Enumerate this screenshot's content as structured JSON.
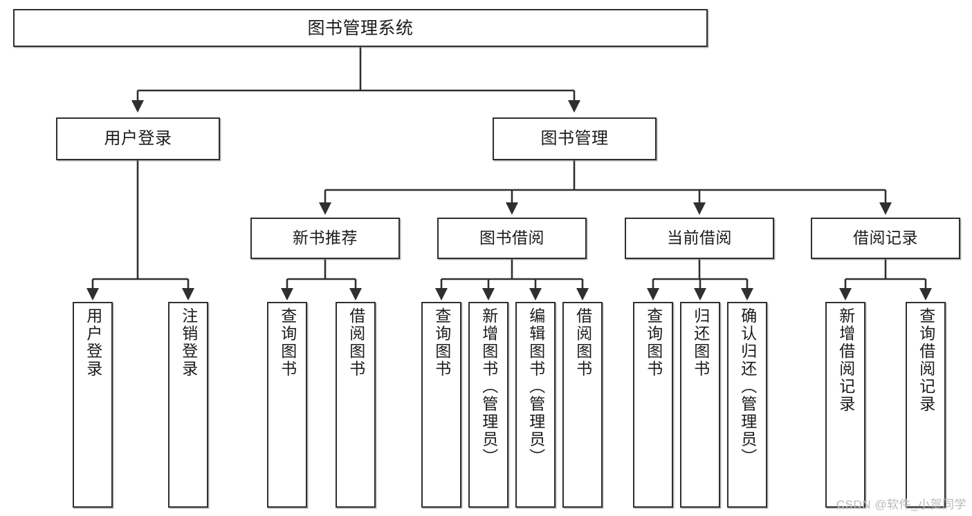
{
  "diagram": {
    "title": "图书管理系统",
    "type": "tree",
    "watermark": "CSDN @软件_小贺同学",
    "colors": {
      "box_border": "#2f2f2f",
      "box_fill": "#ffffff",
      "edge": "#2f2f2f",
      "text": "#1b1b1b",
      "watermark": "#b9b9b9"
    },
    "nodes": {
      "root": {
        "label": "图书管理系统"
      },
      "level1": [
        {
          "label": "用户登录"
        },
        {
          "label": "图书管理"
        }
      ],
      "level2": [
        {
          "label": "新书推荐"
        },
        {
          "label": "图书借阅"
        },
        {
          "label": "当前借阅"
        },
        {
          "label": "借阅记录"
        }
      ],
      "leaves": {
        "user_login": [
          {
            "label": "用户登录"
          },
          {
            "label": "注销登录"
          }
        ],
        "new_book_recommend": [
          {
            "label": "查询图书"
          },
          {
            "label": "借阅图书"
          }
        ],
        "book_borrow": [
          {
            "label": "查询图书"
          },
          {
            "label": "新增图书（管理员）"
          },
          {
            "label": "编辑图书（管理员）"
          },
          {
            "label": "借阅图书"
          }
        ],
        "current_borrow": [
          {
            "label": "查询图书"
          },
          {
            "label": "归还图书"
          },
          {
            "label": "确认归还（管理员）"
          }
        ],
        "borrow_record": [
          {
            "label": "新增借阅记录"
          },
          {
            "label": "查询借阅记录"
          }
        ]
      }
    }
  }
}
